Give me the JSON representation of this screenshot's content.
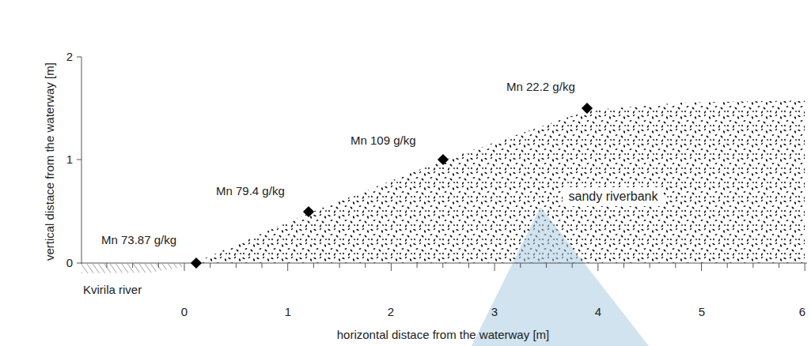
{
  "diagram": {
    "nodes": [
      {
        "text": [
          "sandy riverbank"
        ]
      }
    ],
    "labels": [
      "2",
      "1",
      "0",
      "vertical distace from the waterway [m]",
      "0",
      "1",
      "2",
      "3",
      "4",
      "5",
      "6",
      "horizontal distace from the waterway [m]",
      "Kvirila river",
      "Mn 73.87 g/kg",
      "Mn 79.4 g/kg",
      "Mn 109 g/kg",
      "Mn 22.2 g/kg"
    ]
  }
}
